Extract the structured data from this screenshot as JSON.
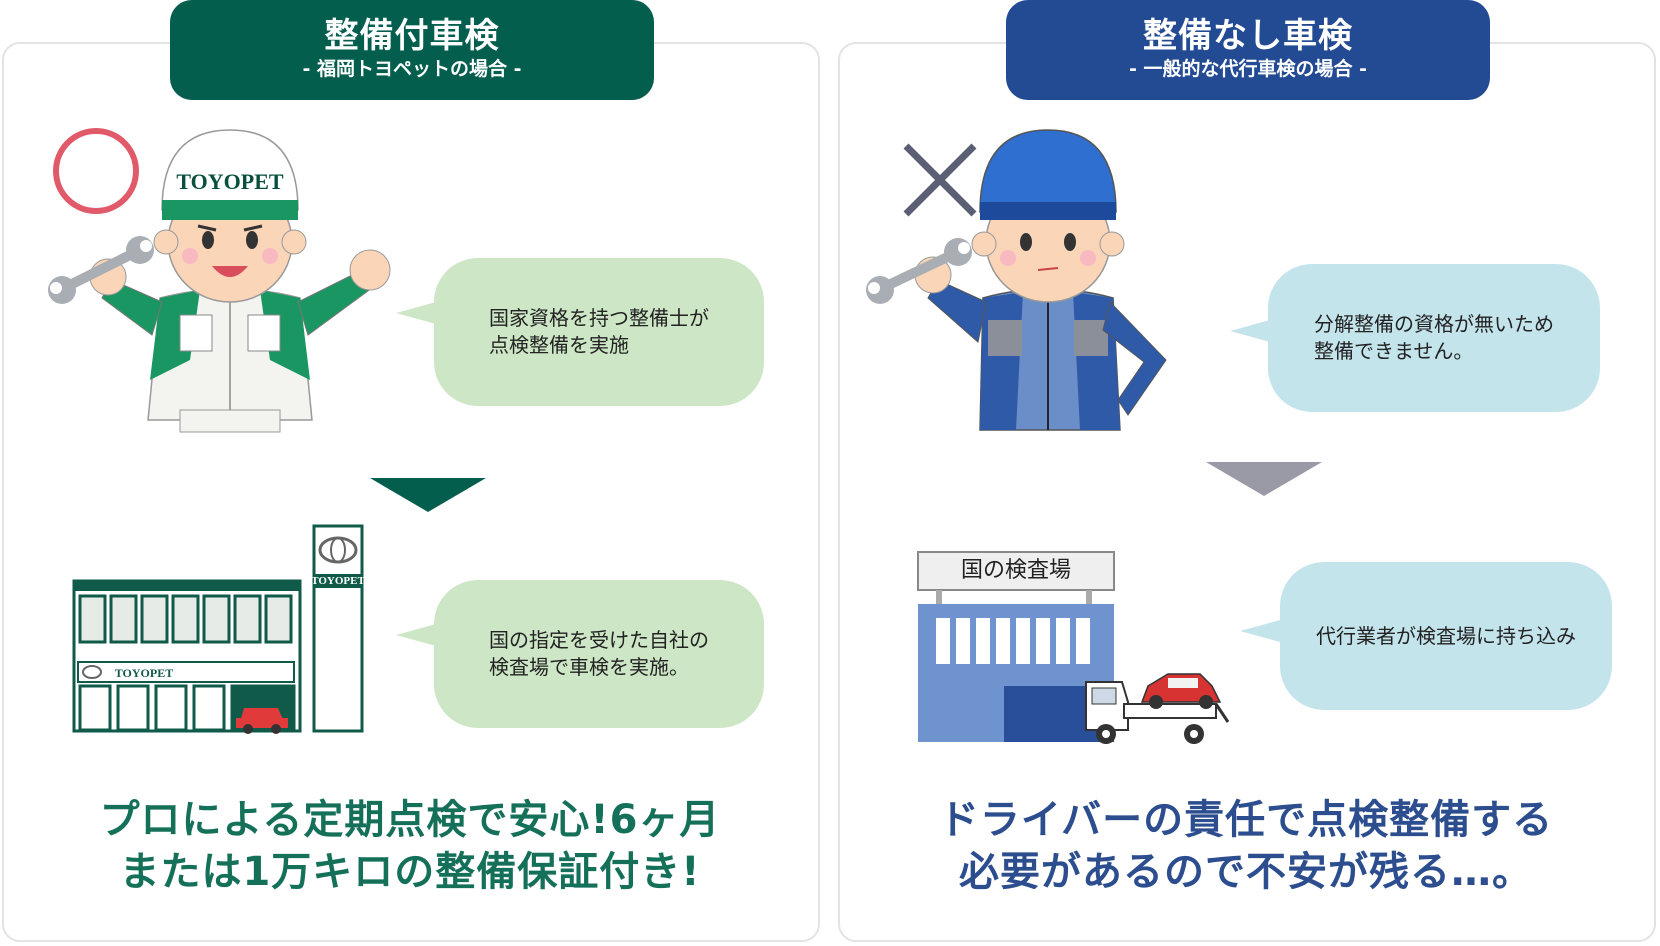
{
  "left": {
    "header_title": "整備付車検",
    "header_sub": "- 福岡トヨペットの場合 -",
    "mark": "circle",
    "bubble1": "国家資格を持つ整備士が\n点検整備を実施",
    "bubble2": "国の指定を受けた自社の\n検査場で車検を実施。",
    "cap_brand": "TOYOPET",
    "sign_brand": "TOYOPET",
    "building_brand": "TOYOPET",
    "bottom_text": "プロによる定期点検で安心!6ヶ月\nまたは1万キロの整備保証付き!",
    "accent_color": "#035e4e"
  },
  "right": {
    "header_title": "整備なし車検",
    "header_sub": "- 一般的な代行車検の場合 -",
    "mark": "cross",
    "bubble1": "分解整備の資格が無いため\n整備できません。",
    "bubble2": "代行業者が検査場に持ち込み",
    "sign_label": "国の検査場",
    "bottom_text": "ドライバーの責任で点検整備する\n必要があるので不安が残る…。",
    "accent_color": "#234b93"
  },
  "colors": {
    "circle_mark": "#e05a6a",
    "cross_mark": "#5a5f73",
    "left_arrow": "#035e4e",
    "right_arrow": "#9a9aa6"
  }
}
